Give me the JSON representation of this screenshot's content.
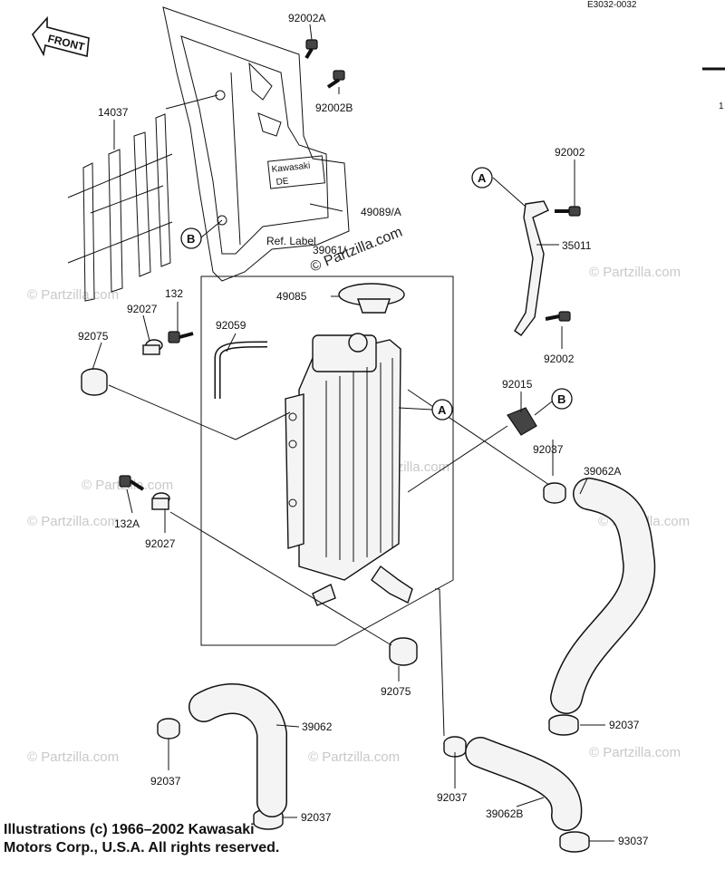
{
  "diagram": {
    "reference_code": "E3032-0032",
    "front_label": "FRONT",
    "ref_label": "Ref. Label",
    "callouts": {
      "a": "A",
      "b": "B"
    },
    "watermark_text": "© Partzilla.com",
    "copyright_line1": "Illustrations (c) 1966–2002 Kawasaki",
    "copyright_line2": "Motors Corp., U.S.A.  All rights reserved.",
    "part_labels": {
      "p92002A": "92002A",
      "p92002B": "92002B",
      "p14037": "14037",
      "p49089A": "49089/A",
      "p92002_top": "92002",
      "p35011": "35011",
      "p92002_bottom": "92002",
      "p39061": "39061/",
      "p49085": "49085",
      "p132": "132",
      "p92027_top": "92027",
      "p92075_top": "92075",
      "p92059": "92059",
      "p92015": "92015",
      "p92037_right": "92037",
      "p39062A": "39062A",
      "p132A": "132A",
      "p92027_bottom": "92027",
      "p92075_bottom": "92075",
      "p39062": "39062",
      "p92037_mid_right": "92037",
      "p92037_left": "92037",
      "p92037_bottom_left": "92037",
      "p92037_center": "92037",
      "p39062B": "39062B",
      "p93037": "93037"
    }
  }
}
